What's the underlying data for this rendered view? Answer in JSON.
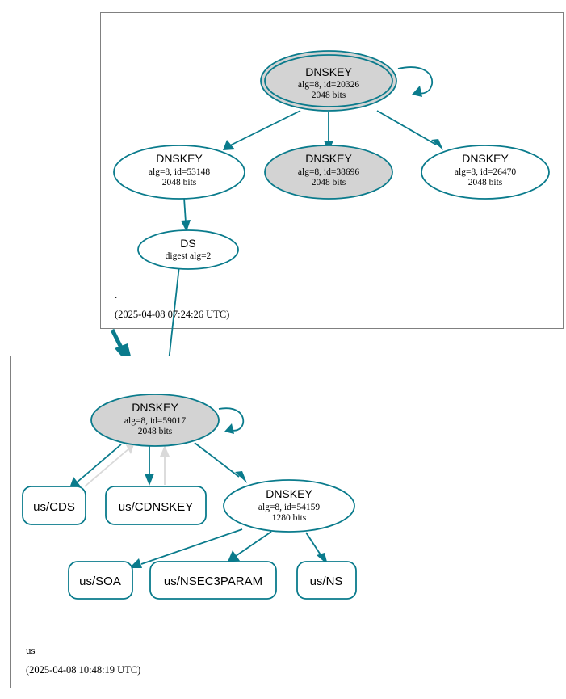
{
  "diagram": {
    "type": "dnssec-authentication-chain",
    "colors": {
      "accent": "#0a7b8c",
      "secure_fill": "#d3d3d3",
      "insecure_fill": "#ffffff",
      "cluster_border": "#808080",
      "pending_edge": "#d9d9d9"
    }
  },
  "zones": [
    {
      "id": "root",
      "name": ".",
      "timestamp": "(2025-04-08 07:24:26 UTC)",
      "nodes": [
        {
          "id": "ksk-20326",
          "kind": "DNSKEY",
          "title": "DNSKEY",
          "line2": "alg=8, id=20326",
          "line3": "2048 bits",
          "alg": 8,
          "key_id": 20326,
          "bits": 2048,
          "shape": "doubleellipse",
          "fill": "gray",
          "role": "key-signing-key",
          "self_signed": true
        },
        {
          "id": "zsk-53148",
          "kind": "DNSKEY",
          "title": "DNSKEY",
          "line2": "alg=8, id=53148",
          "line3": "2048 bits",
          "alg": 8,
          "key_id": 53148,
          "bits": 2048,
          "shape": "ellipse",
          "fill": "white",
          "role": "zone-signing-key",
          "self_signed": false
        },
        {
          "id": "zsk-38696",
          "kind": "DNSKEY",
          "title": "DNSKEY",
          "line2": "alg=8, id=38696",
          "line3": "2048 bits",
          "alg": 8,
          "key_id": 38696,
          "bits": 2048,
          "shape": "ellipse",
          "fill": "gray",
          "role": "zone-signing-key",
          "self_signed": false
        },
        {
          "id": "zsk-26470",
          "kind": "DNSKEY",
          "title": "DNSKEY",
          "line2": "alg=8, id=26470",
          "line3": "2048 bits",
          "alg": 8,
          "key_id": 26470,
          "bits": 2048,
          "shape": "ellipse",
          "fill": "white",
          "role": "zone-signing-key",
          "self_signed": false
        },
        {
          "id": "ds-node",
          "kind": "DS",
          "title": "DS",
          "line2": "digest alg=2",
          "line3": "",
          "digest_alg": 2,
          "shape": "ellipse",
          "fill": "white",
          "role": "delegation-signer",
          "self_signed": false
        }
      ]
    },
    {
      "id": "us",
      "name": "us",
      "timestamp": "(2025-04-08 10:48:19 UTC)",
      "nodes": [
        {
          "id": "us-ksk-59017",
          "kind": "DNSKEY",
          "title": "DNSKEY",
          "line2": "alg=8, id=59017",
          "line3": "2048 bits",
          "alg": 8,
          "key_id": 59017,
          "bits": 2048,
          "shape": "ellipse",
          "fill": "gray",
          "role": "key-signing-key",
          "self_signed": true
        },
        {
          "id": "us-zsk-54159",
          "kind": "DNSKEY",
          "title": "DNSKEY",
          "line2": "alg=8, id=54159",
          "line3": "1280 bits",
          "alg": 8,
          "key_id": 54159,
          "bits": 1280,
          "shape": "ellipse",
          "fill": "white",
          "role": "zone-signing-key",
          "self_signed": false
        },
        {
          "id": "us-cds",
          "kind": "RRSET",
          "label": "us/CDS",
          "shape": "roundrect"
        },
        {
          "id": "us-cdnskey",
          "kind": "RRSET",
          "label": "us/CDNSKEY",
          "shape": "roundrect"
        },
        {
          "id": "us-soa",
          "kind": "RRSET",
          "label": "us/SOA",
          "shape": "roundrect"
        },
        {
          "id": "us-nsec3param",
          "kind": "RRSET",
          "label": "us/NSEC3PARAM",
          "shape": "roundrect"
        },
        {
          "id": "us-ns",
          "kind": "RRSET",
          "label": "us/NS",
          "shape": "roundrect"
        }
      ]
    }
  ],
  "edges": [
    {
      "from": "ksk-20326",
      "to": "ksk-20326",
      "style": "self-loop",
      "color": "accent"
    },
    {
      "from": "ksk-20326",
      "to": "zsk-53148",
      "style": "solid",
      "color": "accent"
    },
    {
      "from": "ksk-20326",
      "to": "zsk-38696",
      "style": "solid",
      "color": "accent"
    },
    {
      "from": "ksk-20326",
      "to": "zsk-26470",
      "style": "solid",
      "color": "accent"
    },
    {
      "from": "zsk-53148",
      "to": "ds-node",
      "style": "solid",
      "color": "accent"
    },
    {
      "from": "ds-node",
      "to": "us-ksk-59017",
      "style": "solid",
      "color": "accent"
    },
    {
      "from": "root",
      "to": "us",
      "style": "thick-delegation",
      "color": "accent"
    },
    {
      "from": "us-ksk-59017",
      "to": "us-ksk-59017",
      "style": "self-loop",
      "color": "accent"
    },
    {
      "from": "us-ksk-59017",
      "to": "us-cds",
      "style": "solid",
      "color": "accent"
    },
    {
      "from": "us-ksk-59017",
      "to": "us-cdnskey",
      "style": "solid",
      "color": "accent"
    },
    {
      "from": "us-ksk-59017",
      "to": "us-zsk-54159",
      "style": "solid",
      "color": "accent"
    },
    {
      "from": "us-cds",
      "to": "us-ksk-59017",
      "style": "solid",
      "color": "pending"
    },
    {
      "from": "us-cdnskey",
      "to": "us-ksk-59017",
      "style": "solid",
      "color": "pending"
    },
    {
      "from": "us-zsk-54159",
      "to": "us-soa",
      "style": "solid",
      "color": "accent"
    },
    {
      "from": "us-zsk-54159",
      "to": "us-nsec3param",
      "style": "solid",
      "color": "accent"
    },
    {
      "from": "us-zsk-54159",
      "to": "us-ns",
      "style": "solid",
      "color": "accent"
    }
  ]
}
